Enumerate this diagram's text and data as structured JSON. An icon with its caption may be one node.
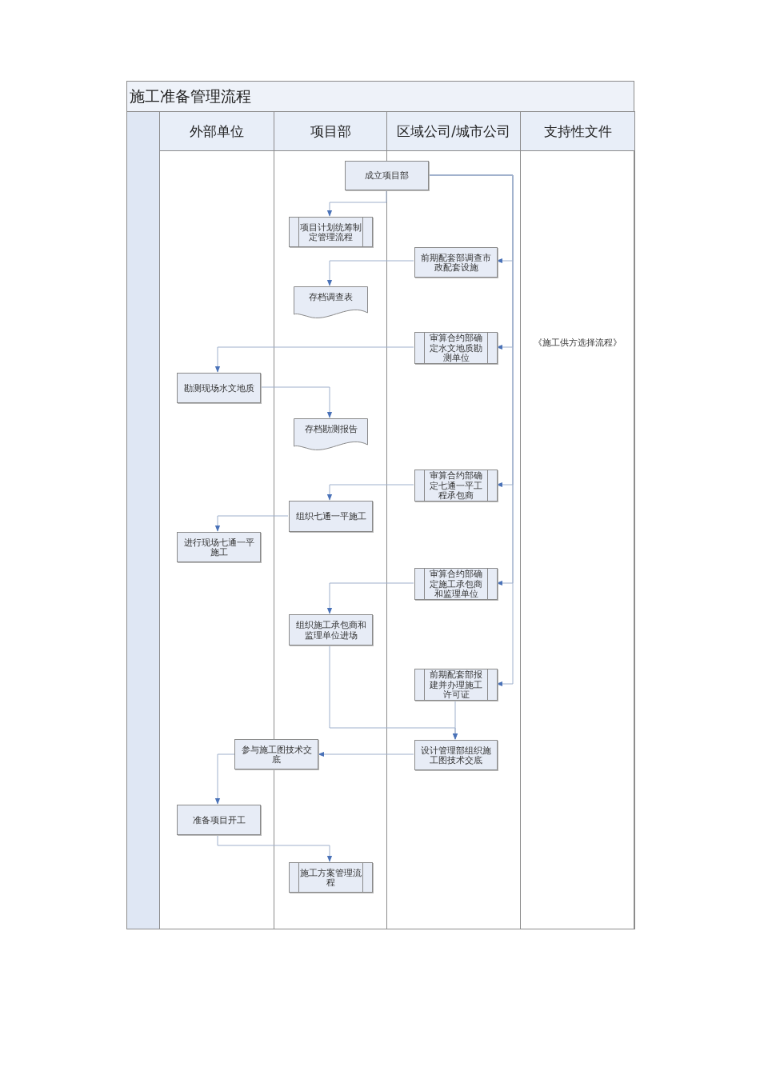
{
  "diagram": {
    "title": "施工准备管理流程",
    "nodes": [
      {
        "text": [
          "外部单位"
        ]
      },
      {
        "text": [
          "项目部"
        ]
      },
      {
        "text": [
          "区域公司/城市公司"
        ]
      },
      {
        "text": [
          "支持性文件"
        ]
      },
      {
        "text": [
          "成立项目部"
        ]
      },
      {
        "text": [
          "项目计划统筹制定管理流程"
        ],
        "in": 1
      },
      {
        "text": [
          "前期配套部调查市政配套设施"
        ],
        "in": 2
      },
      {
        "text": [
          "存档调查表"
        ],
        "in": 1
      },
      {
        "text": [
          "审算合约部确定水文地质勘测单位"
        ],
        "in": 2
      },
      {
        "text": [
          "勘测现场水文地质"
        ],
        "in": 0
      },
      {
        "text": [
          "存档勘测报告"
        ],
        "in": 1
      },
      {
        "text": [
          "审算合约部确定七通一平工程承包商"
        ],
        "in": 2
      },
      {
        "text": [
          "组织七通一平施工"
        ],
        "in": 1
      },
      {
        "text": [
          "进行现场七通一平施工"
        ],
        "in": 0
      },
      {
        "text": [
          "审算合约部确定施工承包商和监理单位"
        ],
        "in": 2
      },
      {
        "text": [
          "组织施工承包商和监理单位进场"
        ],
        "in": 1
      },
      {
        "text": [
          "前期配套部报建并办理施工许可证"
        ],
        "in": 2
      },
      {
        "text": [
          "设计管理部组织施工图技术交底"
        ],
        "in": 2
      },
      {
        "text": [
          "参与施工图技术交底"
        ]
      },
      {
        "text": [
          "准备项目开工"
        ],
        "in": 0
      },
      {
        "text": [
          "施工方案管理流程"
        ],
        "in": 1
      }
    ],
    "edges": [
      {
        "from": 4,
        "to": 5,
        "arrow": "to"
      },
      {
        "from": 4,
        "to": 6,
        "arrow": "to"
      },
      {
        "from": 6,
        "to": 7,
        "arrow": "to"
      },
      {
        "from": 4,
        "to": 8,
        "arrow": "to"
      },
      {
        "from": 8,
        "to": 9,
        "arrow": "to"
      },
      {
        "from": 9,
        "to": 10,
        "arrow": "to"
      },
      {
        "from": 4,
        "to": 11,
        "arrow": "to"
      },
      {
        "from": 11,
        "to": 12,
        "arrow": "to"
      },
      {
        "from": 12,
        "to": 13,
        "arrow": "to"
      },
      {
        "from": 4,
        "to": 14,
        "arrow": "to"
      },
      {
        "from": 14,
        "to": 15,
        "arrow": "to"
      },
      {
        "from": 4,
        "to": 16,
        "arrow": "to"
      },
      {
        "from": 15,
        "to": 17,
        "arrow": "to"
      },
      {
        "from": 16,
        "to": 17,
        "arrow": "to"
      },
      {
        "from": 17,
        "to": 18,
        "arrow": "to"
      },
      {
        "from": 18,
        "to": 19,
        "arrow": "to"
      },
      {
        "from": 19,
        "to": 20,
        "arrow": "to"
      }
    ],
    "labels": [
      "《施工供方选择流程》"
    ]
  }
}
